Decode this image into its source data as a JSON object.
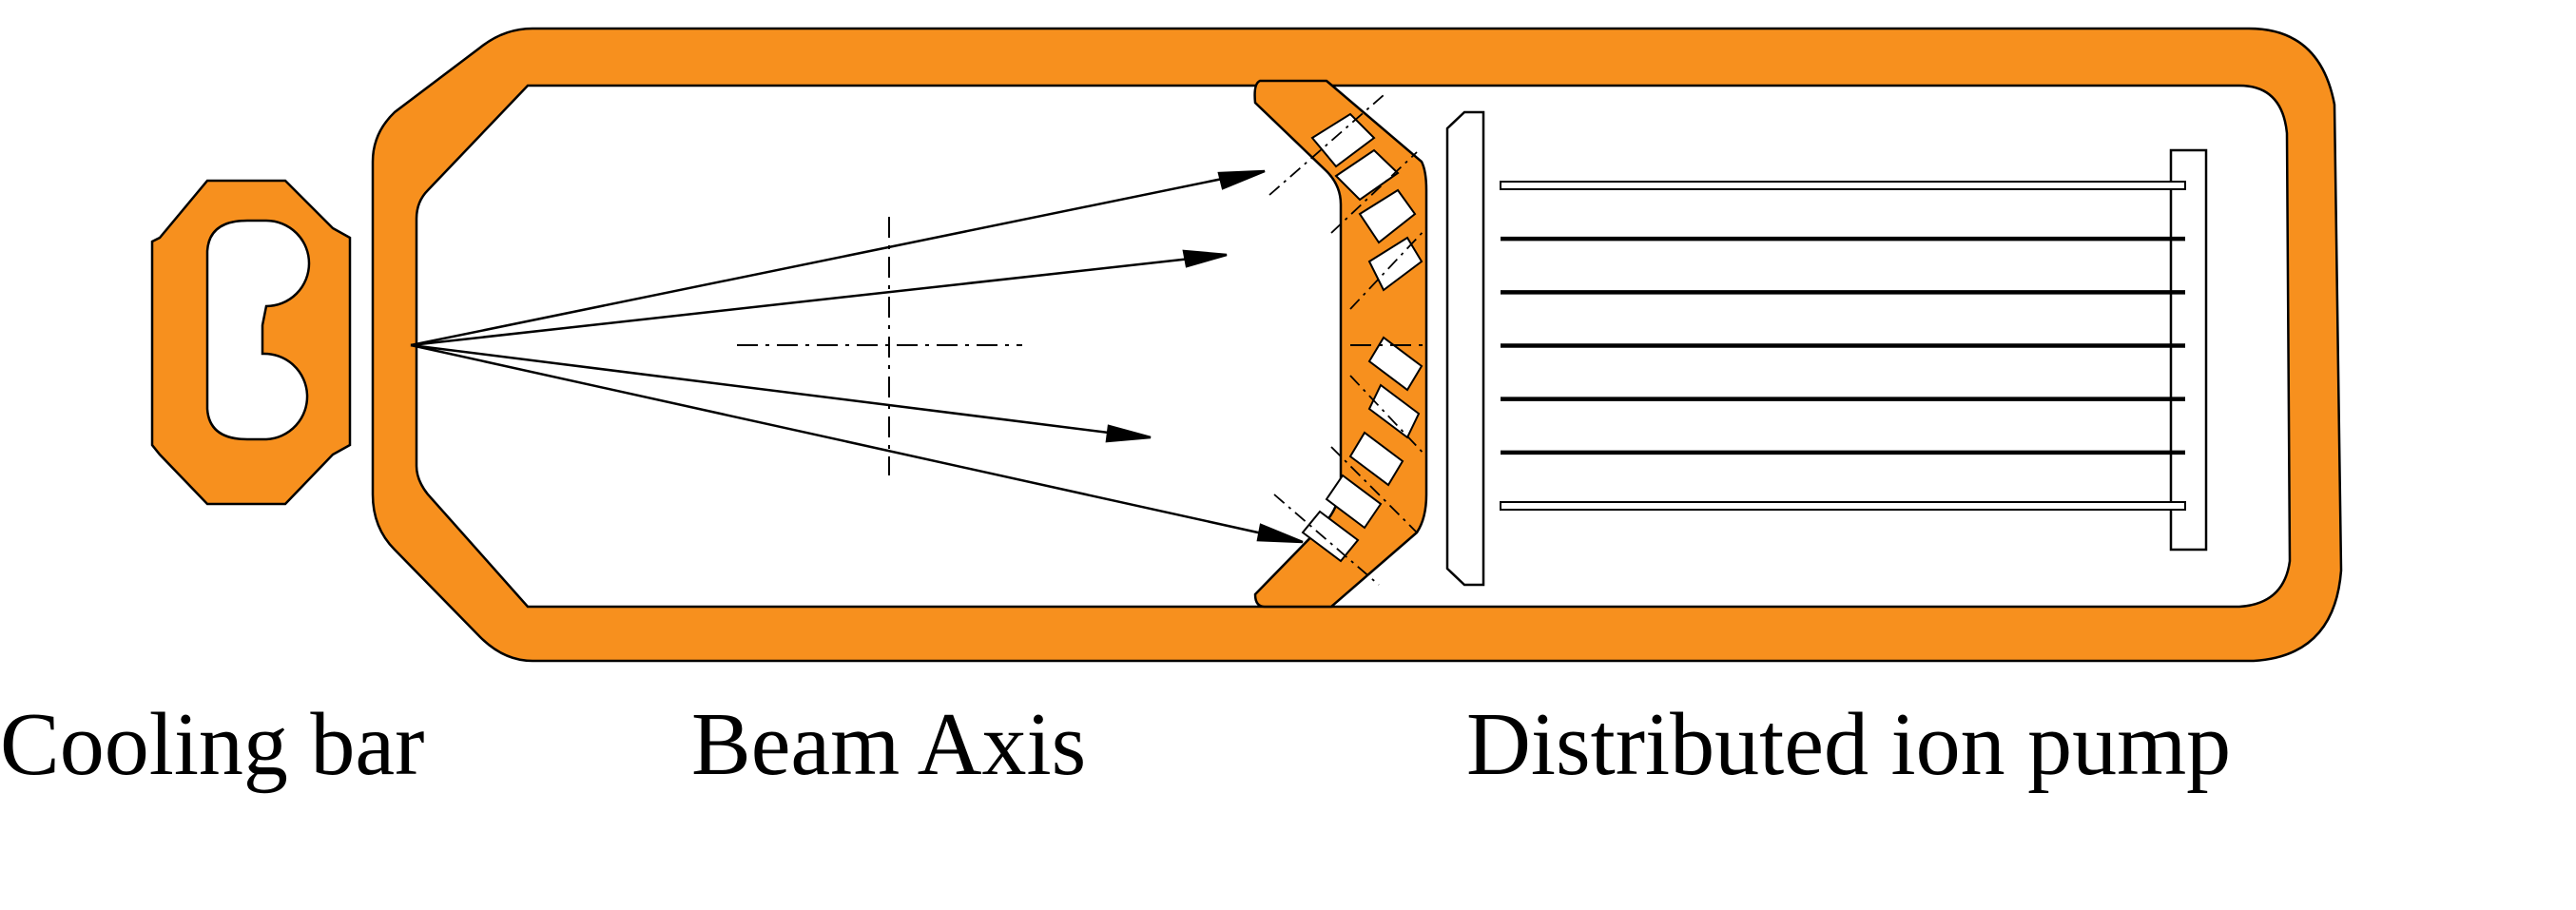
{
  "labels": {
    "cooling_bar": "Cooling bar",
    "beam_axis": "Beam Axis",
    "distributed_ion_pump": "Distributed ion pump"
  },
  "colors": {
    "body": "#f7901e",
    "stroke": "#000000",
    "background": "#ffffff"
  },
  "pump": {
    "rod_count": 7
  },
  "beam": {
    "ray_count": 4
  }
}
